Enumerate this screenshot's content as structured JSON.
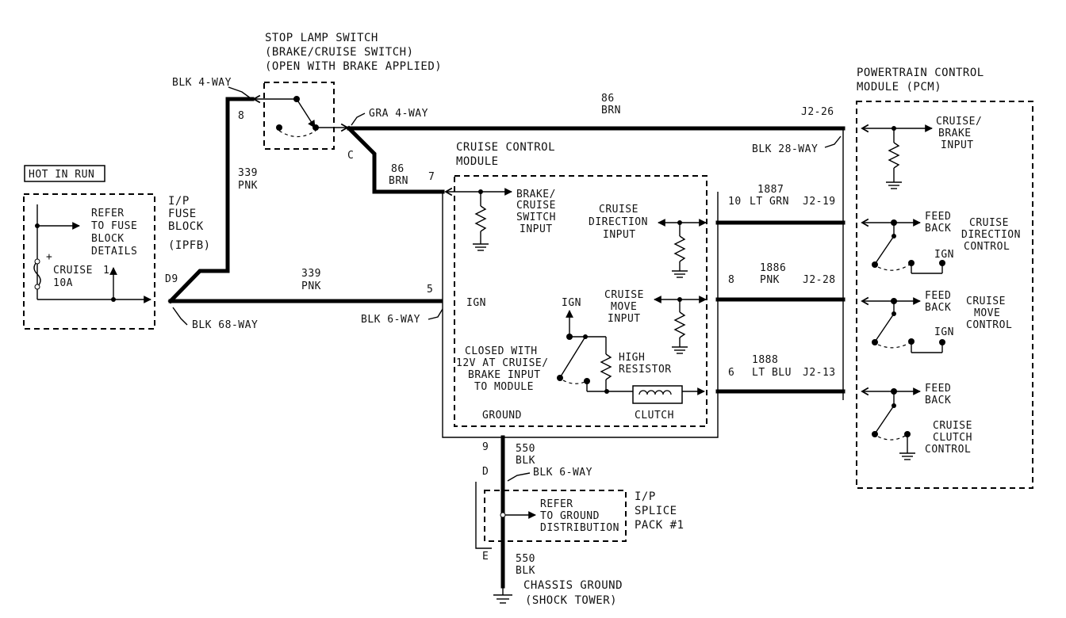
{
  "labels": {
    "hot_in_run": "HOT IN RUN",
    "fuse_refer": [
      "REFER",
      "TO FUSE",
      "BLOCK",
      "DETAILS"
    ],
    "fuse_name": [
      "CRUISE",
      "10A"
    ],
    "fuse_num": "1",
    "fuse_plus": "+",
    "ipfb": [
      "I/P",
      "FUSE",
      "BLOCK",
      "(IPFB)"
    ],
    "d9": "D9",
    "blk68": "BLK 68-WAY",
    "blk4": "BLK 4-WAY",
    "pin8": "8",
    "w339a": [
      "339",
      "PNK"
    ],
    "w339b": [
      "339",
      "PNK"
    ],
    "stop_lamp": [
      "STOP LAMP SWITCH",
      "(BRAKE/CRUISE SWITCH)",
      "(OPEN WITH BRAKE APPLIED)"
    ],
    "gra4": "GRA 4-WAY",
    "pin_c": "C",
    "w86a": [
      "86",
      "BRN"
    ],
    "w86b": [
      "86",
      "BRN"
    ],
    "pin7": "7",
    "pin5": "5",
    "blk6a": "BLK 6-WAY",
    "ccm": [
      "CRUISE CONTROL",
      "MODULE"
    ],
    "brake_input": [
      "BRAKE/",
      "CRUISE",
      "SWITCH",
      "INPUT"
    ],
    "cruise_dir_input": [
      "CRUISE",
      "DIRECTION",
      "INPUT"
    ],
    "ign1": "IGN",
    "ign2": "IGN",
    "cruise_move_input": [
      "CRUISE",
      "MOVE",
      "INPUT"
    ],
    "closed_with": [
      "CLOSED WITH",
      "12V AT CRUISE/",
      "BRAKE INPUT",
      "TO MODULE"
    ],
    "high_res": [
      "HIGH",
      "RESISTOR"
    ],
    "ground": "GROUND",
    "clutch": "CLUTCH",
    "j2_26": "J2-26",
    "blk28": "BLK 28-WAY",
    "w1887": [
      "1887",
      "LT GRN"
    ],
    "pin10": "10",
    "j2_19": "J2-19",
    "w1886": [
      "1886",
      "PNK"
    ],
    "pin8b": "8",
    "j2_28": "J2-28",
    "w1888": [
      "1888",
      "LT BLU"
    ],
    "pin6": "6",
    "j2_13": "J2-13",
    "pcm": [
      "POWERTRAIN CONTROL",
      "MODULE (PCM)"
    ],
    "pcm_brake": [
      "CRUISE/",
      "BRAKE",
      "INPUT"
    ],
    "feed_back": [
      "FEED",
      "BACK"
    ],
    "pcm_dir": [
      "CRUISE",
      "DIRECTION",
      "CONTROL"
    ],
    "pcm_move": [
      "CRUISE",
      "MOVE",
      "CONTROL"
    ],
    "pcm_clutch": [
      "CRUISE",
      "CLUTCH",
      "CONTROL"
    ],
    "ign_pcm": "IGN",
    "pin9": "9",
    "w550a": [
      "550",
      "BLK"
    ],
    "pin_d": "D",
    "blk6b": "BLK 6-WAY",
    "splice_refer": [
      "REFER",
      "TO GROUND",
      "DISTRIBUTION"
    ],
    "splice_pack": [
      "I/P",
      "SPLICE",
      "PACK #1"
    ],
    "pin_e": "E",
    "w550b": [
      "550",
      "BLK"
    ],
    "chassis_gnd": [
      "CHASSIS GROUND",
      "(SHOCK TOWER)"
    ]
  }
}
